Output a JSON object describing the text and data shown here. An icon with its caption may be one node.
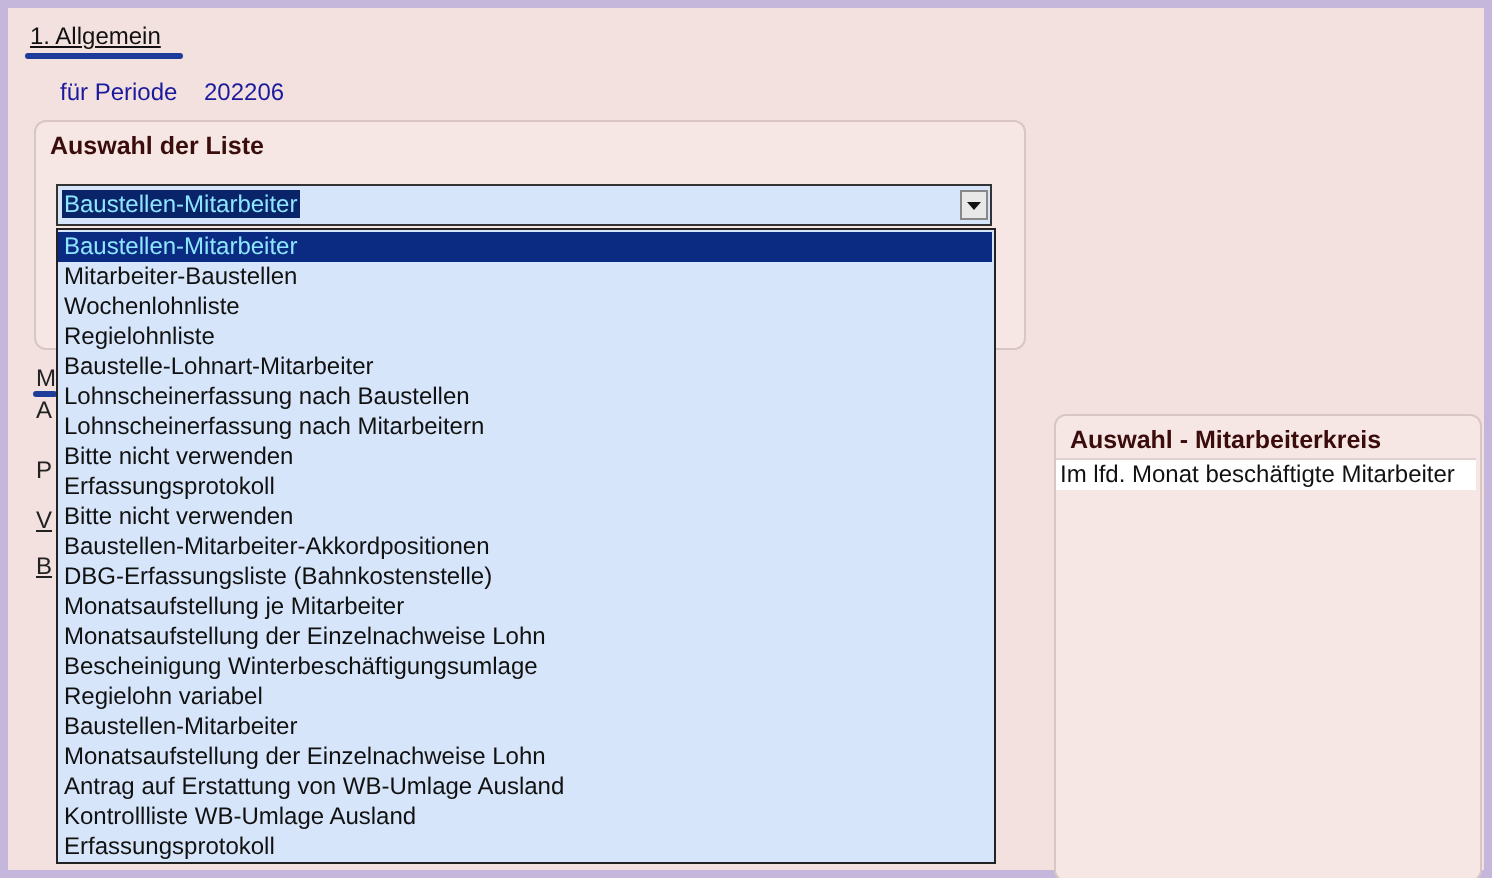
{
  "diagram": {
    "nodes": [
      {
        "text": [
          "Auswahl der Liste"
        ]
      },
      {
        "text": [
          "Auswahl - Mitarbeiterkreis",
          "Im lfd. Monat beschäftigte Mitarbeiter"
        ]
      }
    ],
    "labels": [
      "1. Allgemein",
      "für Periode",
      "202206",
      "Baustellen-Mitarbeiter",
      "M",
      "A",
      "P",
      "V",
      "B",
      "Baustellen-Mitarbeiter",
      "Mitarbeiter-Baustellen",
      "Wochenlohnliste",
      "Regielohnliste",
      "Baustelle-Lohnart-Mitarbeiter",
      "Lohnscheinerfassung nach Baustellen",
      "Lohnscheinerfassung nach Mitarbeitern",
      "Bitte nicht verwenden",
      "Erfassungsprotokoll",
      "Bitte nicht verwenden",
      "Baustellen-Mitarbeiter-Akkordpositionen",
      "DBG-Erfassungsliste (Bahnkostenstelle)",
      "Monatsaufstellung je Mitarbeiter",
      "Monatsaufstellung der Einzelnachweise Lohn",
      "Bescheinigung Winterbeschäftigungsumlage",
      "Regielohn variabel",
      "Baustellen-Mitarbeiter",
      "Monatsaufstellung der Einzelnachweise Lohn",
      "Antrag auf Erstattung von WB-Umlage Ausland",
      "Kontrollliste WB-Umlage Ausland",
      "Erfassungsprotokoll"
    ]
  }
}
